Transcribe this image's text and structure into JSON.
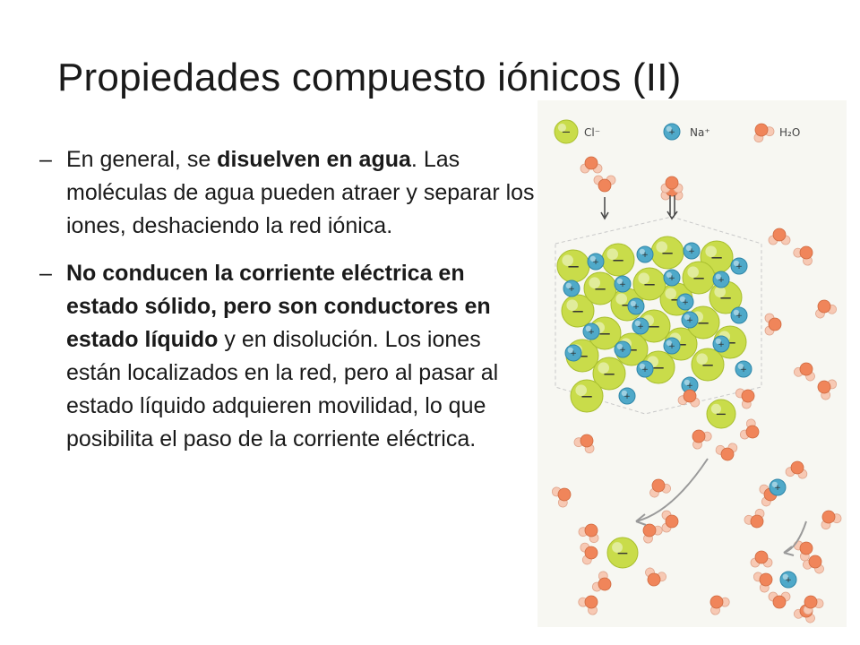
{
  "slide": {
    "title": "Propiedades compuesto iónicos (II)",
    "bullets": [
      {
        "dash": "–",
        "segments": [
          {
            "text": "En general, se ",
            "bold": false
          },
          {
            "text": "disuelven en agua",
            "bold": true
          },
          {
            "text": ". Las moléculas de agua pueden atraer y separar los iones, deshaciendo la red iónica.",
            "bold": false
          }
        ]
      },
      {
        "dash": "–",
        "segments": [
          {
            "text": "No conducen la corriente eléctrica en estado sólido, pero son conductores en estado líquido",
            "bold": true
          },
          {
            "text": " y en disolución. Los iones están localizados en la red, pero al pasar al estado líquido adquieren movilidad, lo que posibilita el paso de la corriente eléctrica.",
            "bold": false
          }
        ]
      }
    ]
  },
  "figure": {
    "legend": [
      {
        "symbol": "−",
        "label": "Cl⁻",
        "color": "#c9dc4a"
      },
      {
        "symbol": "+",
        "label": "Na⁺",
        "color": "#4fa9c9"
      },
      {
        "symbol": "",
        "label": "H₂O",
        "color": "#f08a5d"
      }
    ],
    "colors": {
      "chloride": "#c9dc4a",
      "sodium": "#4fa9c9",
      "oxygen": "#f0855a",
      "hydrogen": "#f7c9b4",
      "arrow": "#9a9a9a",
      "background": "#f7f7f2"
    }
  }
}
